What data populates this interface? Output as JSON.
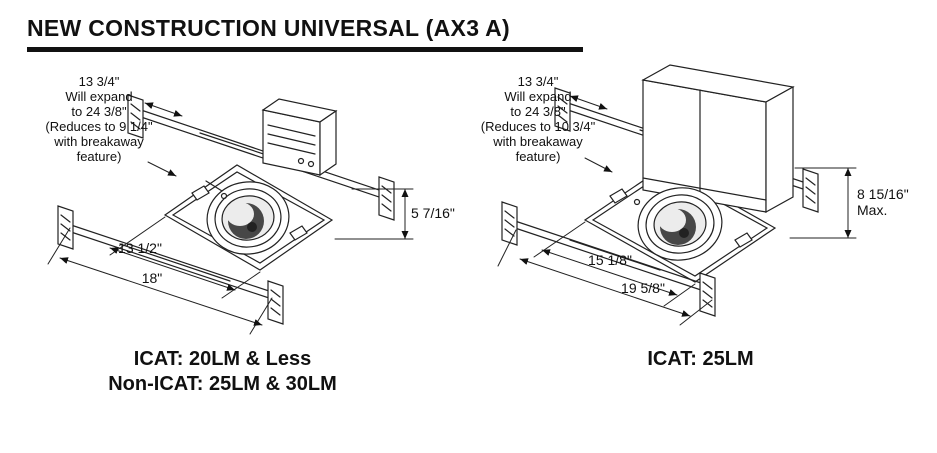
{
  "title": "NEW CONSTRUCTION UNIVERSAL (AX3 A)",
  "left": {
    "note": [
      "13 3/4\"",
      "Will expand",
      "to 24 3/8\"",
      "(Reduces to 9 1/4\"",
      "with breakaway",
      "feature)"
    ],
    "height_dim": "5 7/16\"",
    "inner_width_dim": "13 1/2\"",
    "outer_width_dim": "18\"",
    "caption": [
      "ICAT: 20LM & Less",
      "Non-ICAT: 25LM & 30LM"
    ]
  },
  "right": {
    "note": [
      "13 3/4\"",
      "Will expand",
      "to 24 3/8\"",
      "(Reduces to 10 3/4\"",
      "with breakaway",
      "feature)"
    ],
    "height_dim": "8 15/16\"",
    "height_dim_suffix": "Max.",
    "inner_width_dim": "15 1/8\"",
    "outer_width_dim": "19 5/8\"",
    "caption": [
      "ICAT: 25LM"
    ]
  }
}
